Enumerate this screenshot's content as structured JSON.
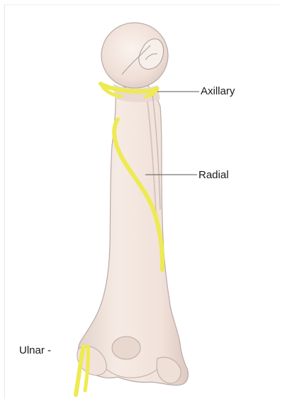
{
  "labels": {
    "axillary": "Axillary",
    "radial": "Radial",
    "ulnar": "Ulnar -"
  },
  "colors": {
    "bone_fill": "#f3e6de",
    "bone_shadow": "#e0cfc6",
    "bone_outline": "#b9aaa6",
    "nerve": "#eeea52",
    "nerve_edge": "#c9c23a",
    "leader_line": "#555555"
  }
}
